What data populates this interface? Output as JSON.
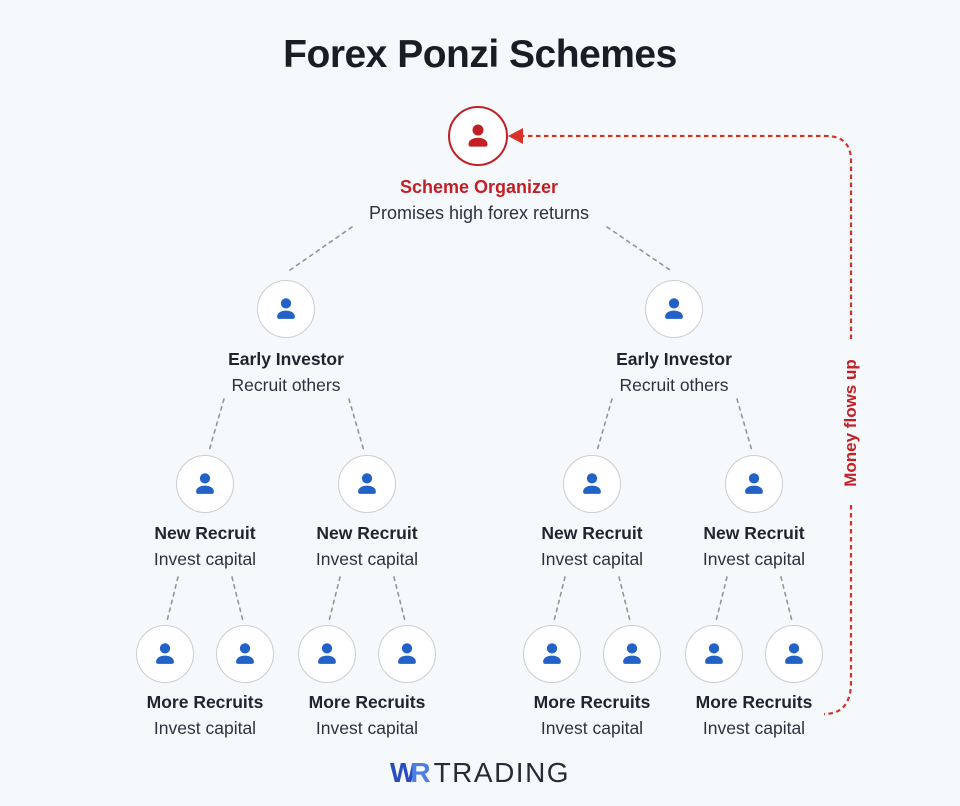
{
  "page": {
    "title": "Forex Ponzi Schemes"
  },
  "nodes": {
    "organizer": {
      "title": "Scheme Organizer",
      "subtitle": "Promises high forex returns"
    },
    "early_investor": {
      "title": "Early Investor",
      "subtitle": "Recruit others"
    },
    "new_recruit": {
      "title": "New Recruit",
      "subtitle": "Invest capital"
    },
    "more_recruits": {
      "title": "More Recruits",
      "subtitle": "Invest capital"
    }
  },
  "annotations": {
    "money_flow": "Money flows up"
  },
  "branding": {
    "w": "W",
    "r": "R",
    "trading": "TRADING"
  },
  "colors": {
    "background": "#f5f9fc",
    "accent_red": "#c32025",
    "arrow_red": "#d93129",
    "icon_blue": "#2261c6",
    "connector_gray": "#90969f"
  }
}
